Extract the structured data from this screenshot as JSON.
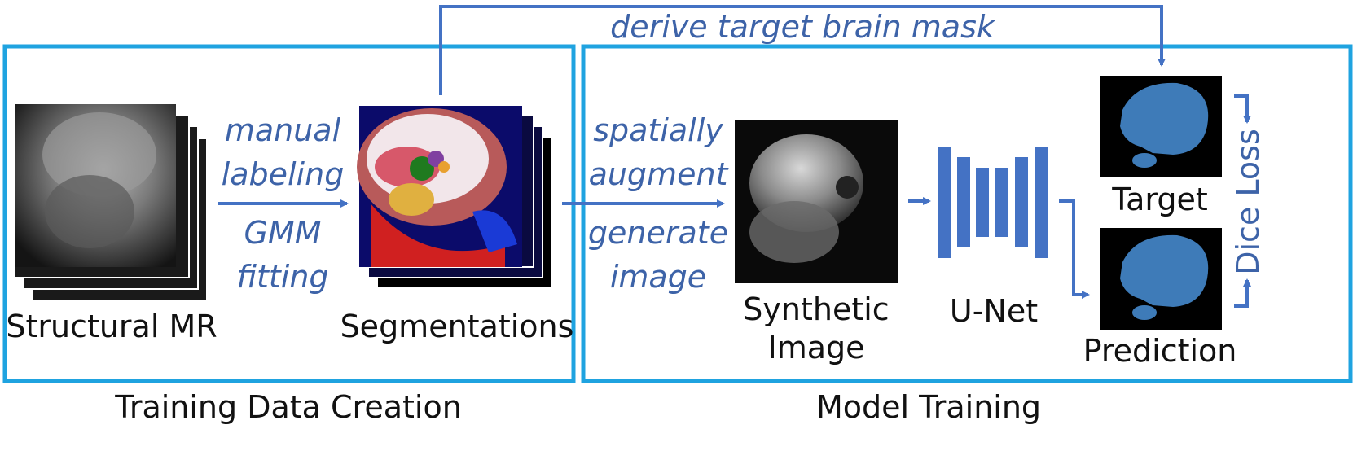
{
  "sections": {
    "left_title": "Training Data Creation",
    "right_title": "Model Training"
  },
  "top_arrow_label": "derive target brain mask",
  "panels": {
    "structural_mr": "Structural MR",
    "segmentations": "Segmentations",
    "synthetic_line1": "Synthetic",
    "synthetic_line2": "Image",
    "unet": "U-Net",
    "target": "Target",
    "prediction": "Prediction"
  },
  "operations": {
    "manual_1": "manual",
    "manual_2": "labeling",
    "gmm_1": "GMM",
    "gmm_2": "fitting",
    "spatial_1": "spatially",
    "spatial_2": "augment",
    "generate_1": "generate",
    "generate_2": "image"
  },
  "loss_label": "Dice Loss",
  "colors": {
    "frame": "#1fa3e0",
    "arrow": "#4472c4",
    "operation_text": "#3d63a8",
    "unet_bar": "#4472c4",
    "mask": "#3e7bb8"
  }
}
